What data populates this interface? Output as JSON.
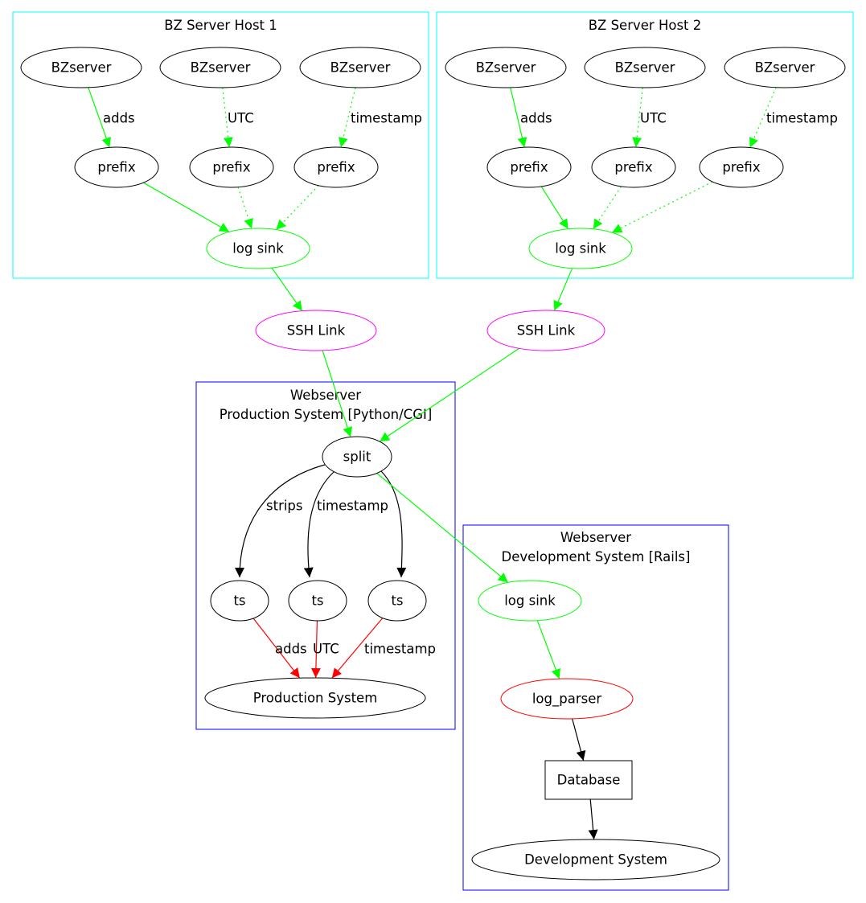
{
  "colors": {
    "black": "#000000",
    "green": "#00ff00",
    "red": "#ff0000",
    "magenta": "#ff00ff",
    "cyan": "#00ffff",
    "blue": "#0000ff"
  },
  "clusters": [
    {
      "id": "host1",
      "lines": [
        "BZ Server Host 1"
      ],
      "color": "cyan"
    },
    {
      "id": "host2",
      "lines": [
        "BZ Server Host 2"
      ],
      "color": "cyan"
    },
    {
      "id": "prod",
      "lines": [
        "Webserver",
        "Production System [Python/CGI]"
      ],
      "color": "blue"
    },
    {
      "id": "dev",
      "lines": [
        "Webserver",
        "Development System [Rails]"
      ],
      "color": "blue"
    }
  ],
  "nodes": [
    {
      "id": "h1_bz1",
      "label": "BZserver",
      "shape": "ellipse",
      "color": "black"
    },
    {
      "id": "h1_bz2",
      "label": "BZserver",
      "shape": "ellipse",
      "color": "black"
    },
    {
      "id": "h1_bz3",
      "label": "BZserver",
      "shape": "ellipse",
      "color": "black"
    },
    {
      "id": "h1_p1",
      "label": "prefix",
      "shape": "ellipse",
      "color": "black"
    },
    {
      "id": "h1_p2",
      "label": "prefix",
      "shape": "ellipse",
      "color": "black"
    },
    {
      "id": "h1_p3",
      "label": "prefix",
      "shape": "ellipse",
      "color": "black"
    },
    {
      "id": "h1_sink",
      "label": "log sink",
      "shape": "ellipse",
      "color": "green"
    },
    {
      "id": "h2_bz1",
      "label": "BZserver",
      "shape": "ellipse",
      "color": "black"
    },
    {
      "id": "h2_bz2",
      "label": "BZserver",
      "shape": "ellipse",
      "color": "black"
    },
    {
      "id": "h2_bz3",
      "label": "BZserver",
      "shape": "ellipse",
      "color": "black"
    },
    {
      "id": "h2_p1",
      "label": "prefix",
      "shape": "ellipse",
      "color": "black"
    },
    {
      "id": "h2_p2",
      "label": "prefix",
      "shape": "ellipse",
      "color": "black"
    },
    {
      "id": "h2_p3",
      "label": "prefix",
      "shape": "ellipse",
      "color": "black"
    },
    {
      "id": "h2_sink",
      "label": "log sink",
      "shape": "ellipse",
      "color": "green"
    },
    {
      "id": "ssh1",
      "label": "SSH Link",
      "shape": "ellipse",
      "color": "magenta"
    },
    {
      "id": "ssh2",
      "label": "SSH Link",
      "shape": "ellipse",
      "color": "magenta"
    },
    {
      "id": "split",
      "label": "split",
      "shape": "ellipse",
      "color": "black"
    },
    {
      "id": "ts1",
      "label": "ts",
      "shape": "ellipse",
      "color": "black"
    },
    {
      "id": "ts2",
      "label": "ts",
      "shape": "ellipse",
      "color": "black"
    },
    {
      "id": "ts3",
      "label": "ts",
      "shape": "ellipse",
      "color": "black"
    },
    {
      "id": "prodsys",
      "label": "Production System",
      "shape": "ellipse",
      "color": "black"
    },
    {
      "id": "dev_sink",
      "label": "log sink",
      "shape": "ellipse",
      "color": "green"
    },
    {
      "id": "parser",
      "label": "log_parser",
      "shape": "ellipse",
      "color": "red"
    },
    {
      "id": "db",
      "label": "Database",
      "shape": "box",
      "color": "black"
    },
    {
      "id": "devsys",
      "label": "Development System",
      "shape": "ellipse",
      "color": "black"
    }
  ],
  "edges": [
    {
      "id": "e1",
      "from": "h1_bz1",
      "to": "h1_p1",
      "label": "adds",
      "color": "green",
      "style": "solid"
    },
    {
      "id": "e2",
      "from": "h1_bz2",
      "to": "h1_p2",
      "label": "UTC",
      "color": "green",
      "style": "dotted"
    },
    {
      "id": "e3",
      "from": "h1_bz3",
      "to": "h1_p3",
      "label": "timestamp",
      "color": "green",
      "style": "dotted"
    },
    {
      "id": "e4",
      "from": "h1_p1",
      "to": "h1_sink",
      "label": "",
      "color": "green",
      "style": "solid"
    },
    {
      "id": "e5",
      "from": "h1_p2",
      "to": "h1_sink",
      "label": "",
      "color": "green",
      "style": "dotted"
    },
    {
      "id": "e6",
      "from": "h1_p3",
      "to": "h1_sink",
      "label": "",
      "color": "green",
      "style": "dotted"
    },
    {
      "id": "e7",
      "from": "h2_bz1",
      "to": "h2_p1",
      "label": "adds",
      "color": "green",
      "style": "solid"
    },
    {
      "id": "e8",
      "from": "h2_bz2",
      "to": "h2_p2",
      "label": "UTC",
      "color": "green",
      "style": "dotted"
    },
    {
      "id": "e9",
      "from": "h2_bz3",
      "to": "h2_p3",
      "label": "timestamp",
      "color": "green",
      "style": "dotted"
    },
    {
      "id": "e10",
      "from": "h2_p1",
      "to": "h2_sink",
      "label": "",
      "color": "green",
      "style": "solid"
    },
    {
      "id": "e11",
      "from": "h2_p2",
      "to": "h2_sink",
      "label": "",
      "color": "green",
      "style": "dotted"
    },
    {
      "id": "e12",
      "from": "h2_p3",
      "to": "h2_sink",
      "label": "",
      "color": "green",
      "style": "dotted"
    },
    {
      "id": "e13",
      "from": "h1_sink",
      "to": "ssh1",
      "label": "",
      "color": "green",
      "style": "solid"
    },
    {
      "id": "e14",
      "from": "h2_sink",
      "to": "ssh2",
      "label": "",
      "color": "green",
      "style": "solid"
    },
    {
      "id": "e15",
      "from": "ssh1",
      "to": "split",
      "label": "",
      "color": "green",
      "style": "solid"
    },
    {
      "id": "e16",
      "from": "ssh2",
      "to": "split",
      "label": "",
      "color": "green",
      "style": "solid"
    },
    {
      "id": "e17",
      "from": "split",
      "to": "ts1",
      "label": "strips",
      "color": "black",
      "style": "solid"
    },
    {
      "id": "e18",
      "from": "split",
      "to": "ts2",
      "label": "timestamp",
      "color": "black",
      "style": "solid"
    },
    {
      "id": "e19",
      "from": "split",
      "to": "ts3",
      "label": "",
      "color": "black",
      "style": "solid"
    },
    {
      "id": "e20",
      "from": "split",
      "to": "dev_sink",
      "label": "",
      "color": "green",
      "style": "solid"
    },
    {
      "id": "e21",
      "from": "ts1",
      "to": "prodsys",
      "label": "adds",
      "color": "red",
      "style": "solid"
    },
    {
      "id": "e22",
      "from": "ts2",
      "to": "prodsys",
      "label": "UTC",
      "color": "red",
      "style": "solid"
    },
    {
      "id": "e23",
      "from": "ts3",
      "to": "prodsys",
      "label": "timestamp",
      "color": "red",
      "style": "solid"
    },
    {
      "id": "e24",
      "from": "dev_sink",
      "to": "parser",
      "label": "",
      "color": "green",
      "style": "solid"
    },
    {
      "id": "e25",
      "from": "parser",
      "to": "db",
      "label": "",
      "color": "black",
      "style": "solid"
    },
    {
      "id": "e26",
      "from": "db",
      "to": "devsys",
      "label": "",
      "color": "black",
      "style": "solid"
    }
  ]
}
